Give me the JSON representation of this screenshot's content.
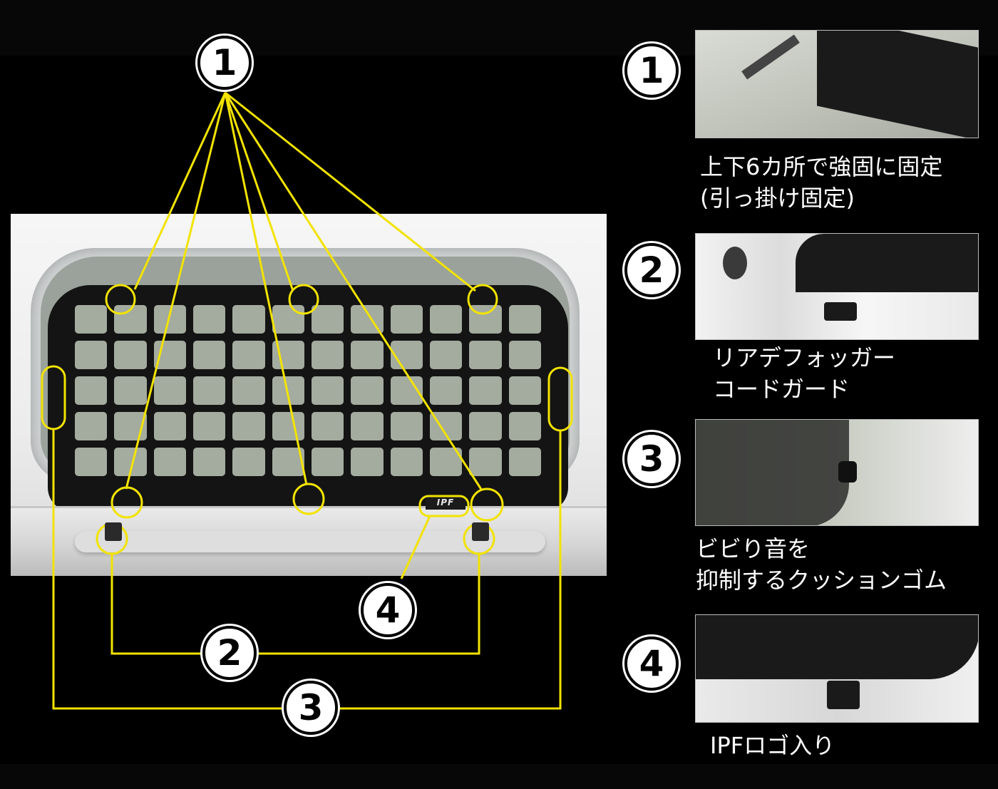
{
  "badges": {
    "main_1": "1",
    "main_2": "2",
    "main_3": "3",
    "main_4": "4",
    "side_1": "1",
    "side_2": "2",
    "side_3": "3",
    "side_4": "4"
  },
  "callouts": [
    {
      "number": "1",
      "lines": [
        "上下6カ所で強固に固定",
        "(引っ掛け固定)"
      ]
    },
    {
      "number": "2",
      "lines": [
        "リアデフォッガー",
        "コードガード"
      ]
    },
    {
      "number": "3",
      "lines": [
        "ビビり音を",
        "抑制するクッションゴム"
      ]
    },
    {
      "number": "4",
      "lines": [
        "IPFロゴ入り"
      ]
    }
  ],
  "photo_logo": "IPF",
  "colors": {
    "background": "#000000",
    "highlight": "#f2e300",
    "badge_fill": "#ffffff",
    "text": "#ffffff"
  }
}
